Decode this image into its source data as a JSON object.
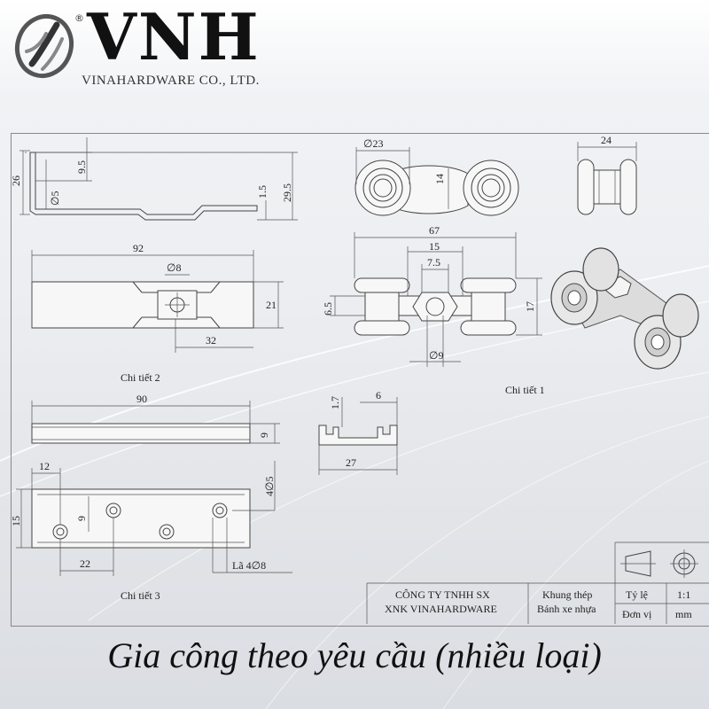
{
  "header": {
    "brand": "VNH",
    "registered_mark": "®",
    "company": "VINAHARDWARE CO., LTD."
  },
  "drawing": {
    "captions": {
      "part1": "Chi tiết 1",
      "part2": "Chi tiết 2",
      "part3": "Chi tiết 3"
    },
    "side_view": {
      "d26": "26",
      "d9_5": "9.5",
      "d_phi5": "∅5",
      "d1_5": "1.5",
      "d29_5": "29.5"
    },
    "part2": {
      "d92": "92",
      "d_phi8": "∅8",
      "d21": "21",
      "d32": "32"
    },
    "part1_top": {
      "d_phi23": "∅23",
      "d14": "14"
    },
    "part1_side": {
      "d24": "24"
    },
    "part1_front": {
      "d67": "67",
      "d15": "15",
      "d7_5": "7.5",
      "d6_5": "6.5",
      "d17": "17",
      "d_phi9": "∅9"
    },
    "part3_top": {
      "d90": "90",
      "d9": "9"
    },
    "channel_section": {
      "d1_7": "1.7",
      "d6": "6",
      "d27": "27"
    },
    "part3_plan": {
      "d12": "12",
      "d4_phi5": "4∅5",
      "d15": "15",
      "d9": "9",
      "d22": "22",
      "holes_note": "Lã 4∅8"
    }
  },
  "title_block": {
    "company_line1": "CÔNG TY TNHH SX",
    "company_line2": "XNK VINAHARDWARE",
    "material_line1": "Khung thép",
    "material_line2": "Bánh xe nhựa",
    "scale_label": "Tỷ lệ",
    "scale_value": "1:1",
    "unit_label": "Đơn vị",
    "unit_value": "mm"
  },
  "footer": {
    "caption": "Gia công theo yêu cầu (nhiều loại)"
  }
}
